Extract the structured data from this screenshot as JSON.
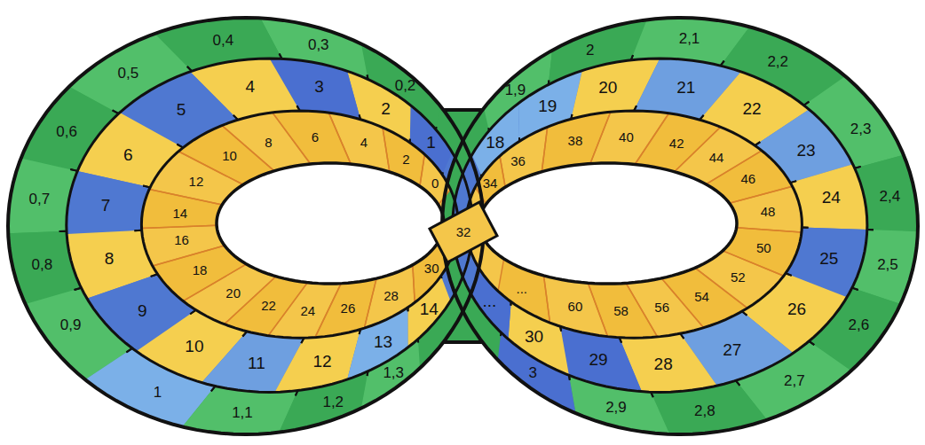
{
  "diagram": {
    "nodes": [
      {
        "text": [
          "0,2"
        ]
      },
      {
        "text": [
          "0,3"
        ]
      },
      {
        "text": [
          "0,4"
        ]
      },
      {
        "text": [
          "0,5"
        ]
      },
      {
        "text": [
          "0,6"
        ]
      },
      {
        "text": [
          "0,7"
        ]
      },
      {
        "text": [
          "0,8"
        ]
      },
      {
        "text": [
          "0,9"
        ]
      },
      {
        "text": [
          "1"
        ]
      },
      {
        "text": [
          "1,1"
        ]
      },
      {
        "text": [
          "1,2"
        ]
      },
      {
        "text": [
          "1,3"
        ]
      },
      {
        "text": [
          "1,9"
        ]
      },
      {
        "text": [
          "2"
        ]
      },
      {
        "text": [
          "2,1"
        ]
      },
      {
        "text": [
          "2,2"
        ]
      },
      {
        "text": [
          "2,3"
        ]
      },
      {
        "text": [
          "2,4"
        ]
      },
      {
        "text": [
          "2,5"
        ]
      },
      {
        "text": [
          "2,6"
        ]
      },
      {
        "text": [
          "2,7"
        ]
      },
      {
        "text": [
          "2,8"
        ]
      },
      {
        "text": [
          "2,9"
        ]
      },
      {
        "text": [
          "3"
        ]
      },
      {
        "text": [
          "1"
        ]
      },
      {
        "text": [
          "2"
        ]
      },
      {
        "text": [
          "3"
        ]
      },
      {
        "text": [
          "4"
        ]
      },
      {
        "text": [
          "5"
        ]
      },
      {
        "text": [
          "6"
        ]
      },
      {
        "text": [
          "7"
        ]
      },
      {
        "text": [
          "8"
        ]
      },
      {
        "text": [
          "9"
        ]
      },
      {
        "text": [
          "10"
        ]
      },
      {
        "text": [
          "11"
        ]
      },
      {
        "text": [
          "12"
        ]
      },
      {
        "text": [
          "13"
        ]
      },
      {
        "text": [
          "14"
        ]
      },
      {
        "text": [
          "18"
        ]
      },
      {
        "text": [
          "19"
        ]
      },
      {
        "text": [
          "20"
        ]
      },
      {
        "text": [
          "21"
        ]
      },
      {
        "text": [
          "22"
        ]
      },
      {
        "text": [
          "23"
        ]
      },
      {
        "text": [
          "24"
        ]
      },
      {
        "text": [
          "25"
        ]
      },
      {
        "text": [
          "26"
        ]
      },
      {
        "text": [
          "27"
        ]
      },
      {
        "text": [
          "28"
        ]
      },
      {
        "text": [
          "29"
        ]
      },
      {
        "text": [
          "30"
        ]
      },
      {
        "text": [
          "..."
        ]
      },
      {
        "text": [
          "0"
        ]
      },
      {
        "text": [
          "2"
        ]
      },
      {
        "text": [
          "4"
        ]
      },
      {
        "text": [
          "6"
        ]
      },
      {
        "text": [
          "8"
        ]
      },
      {
        "text": [
          "10"
        ]
      },
      {
        "text": [
          "12"
        ]
      },
      {
        "text": [
          "14"
        ]
      },
      {
        "text": [
          "16"
        ]
      },
      {
        "text": [
          "18"
        ]
      },
      {
        "text": [
          "20"
        ]
      },
      {
        "text": [
          "22"
        ]
      },
      {
        "text": [
          "24"
        ]
      },
      {
        "text": [
          "26"
        ]
      },
      {
        "text": [
          "28"
        ]
      },
      {
        "text": [
          "30"
        ]
      },
      {
        "text": [
          "32"
        ]
      },
      {
        "text": [
          "34"
        ]
      },
      {
        "text": [
          "36"
        ]
      },
      {
        "text": [
          "38"
        ]
      },
      {
        "text": [
          "40"
        ]
      },
      {
        "text": [
          "42"
        ]
      },
      {
        "text": [
          "44"
        ]
      },
      {
        "text": [
          "46"
        ]
      },
      {
        "text": [
          "48"
        ]
      },
      {
        "text": [
          "50"
        ]
      },
      {
        "text": [
          "52"
        ]
      },
      {
        "text": [
          "54"
        ]
      },
      {
        "text": [
          "56"
        ]
      },
      {
        "text": [
          "58"
        ]
      },
      {
        "text": [
          "60"
        ]
      },
      {
        "text": [
          "..."
        ]
      }
    ]
  }
}
